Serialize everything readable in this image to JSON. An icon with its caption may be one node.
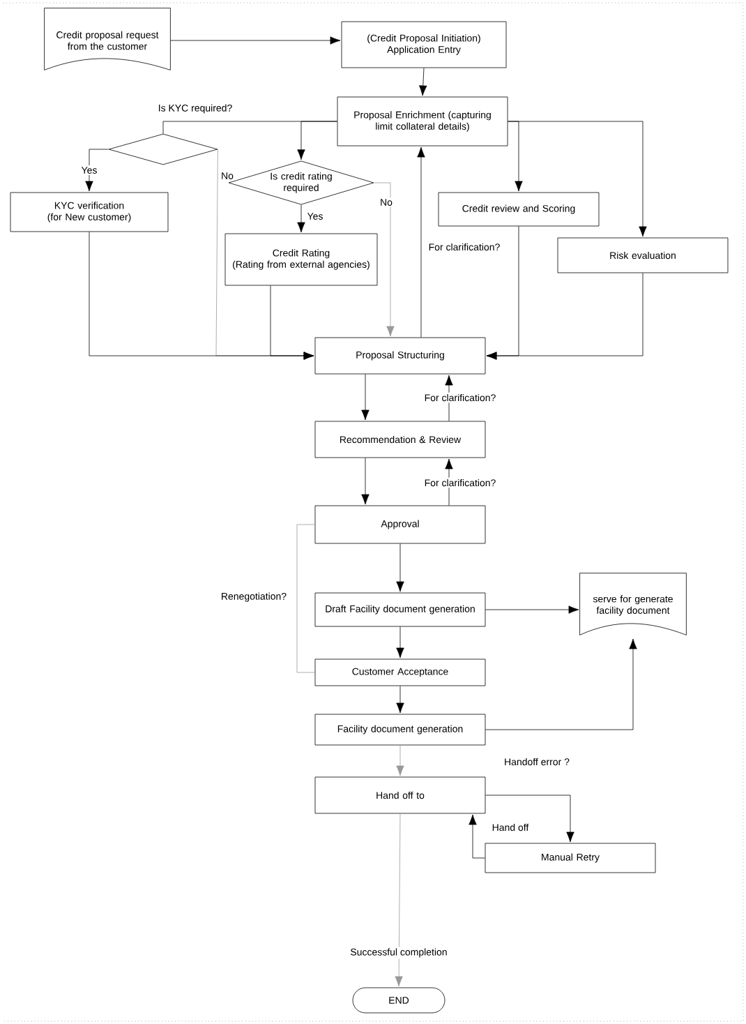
{
  "diagram": {
    "nodes": [
      {
        "text": [
          "Credit proposal request from the customer"
        ]
      },
      {
        "text": [
          "(Credit Proposal Initiation) Application Entry"
        ]
      },
      {
        "text": [
          "Proposal Enrichment (capturing limit collateral details)"
        ]
      },
      {
        "text": [],
        "shape": "diamond"
      },
      {
        "text": [
          "Is credit rating required"
        ]
      },
      {
        "text": [
          "KYC verification (for New customer)"
        ]
      },
      {
        "text": [
          "Credit Rating",
          "(Rating from external agencies)"
        ]
      },
      {
        "text": [
          "Credit review and Scoring"
        ]
      },
      {
        "text": [
          "Risk evaluation"
        ]
      },
      {
        "text": [
          "Proposal Structuring"
        ]
      },
      {
        "text": [
          "Recommendation & Review"
        ]
      },
      {
        "text": [
          "Approval"
        ]
      },
      {
        "text": [
          "Draft Facility document generation"
        ]
      },
      {
        "text": [
          "serve for generate facility document"
        ]
      },
      {
        "text": [
          "Customer Acceptance"
        ]
      },
      {
        "text": [
          "Facility document generation"
        ]
      },
      {
        "text": [
          "Hand off to"
        ]
      },
      {
        "text": [
          "Manual Retry"
        ]
      },
      {
        "text": [
          "END"
        ]
      }
    ],
    "edges": [
      {
        "from": 0,
        "to": 1,
        "arrow": "to"
      },
      {
        "from": 1,
        "to": 2,
        "arrow": "to"
      },
      {
        "from": 2,
        "to": 3,
        "arrow": "none",
        "label": "Is KYC required?"
      },
      {
        "from": 2,
        "to": 4,
        "arrow": "to"
      },
      {
        "from": 2,
        "to": 7,
        "arrow": "to"
      },
      {
        "from": 2,
        "to": 8,
        "arrow": "to"
      },
      {
        "from": 3,
        "to": 5,
        "arrow": "to",
        "label": "Yes"
      },
      {
        "from": 3,
        "to": 9,
        "arrow": "to",
        "label": "No",
        "color": "#999999"
      },
      {
        "from": 4,
        "to": 6,
        "arrow": "to",
        "label": "Yes"
      },
      {
        "from": 4,
        "to": 9,
        "arrow": "to",
        "label": "No",
        "color": "#999999"
      },
      {
        "from": 5,
        "to": 9,
        "arrow": "to"
      },
      {
        "from": 6,
        "to": 9,
        "arrow": "to"
      },
      {
        "from": 7,
        "to": 9,
        "arrow": "to"
      },
      {
        "from": 8,
        "to": 9,
        "arrow": "to"
      },
      {
        "from": 9,
        "to": 2,
        "arrow": "to",
        "label": "For clarification?"
      },
      {
        "from": 9,
        "to": 10,
        "arrow": "to"
      },
      {
        "from": 10,
        "to": 9,
        "arrow": "to",
        "label": "For clarification?"
      },
      {
        "from": 10,
        "to": 11,
        "arrow": "to"
      },
      {
        "from": 11,
        "to": 10,
        "arrow": "to",
        "label": "For clarification?"
      },
      {
        "from": 11,
        "to": 12,
        "arrow": "to"
      },
      {
        "from": 14,
        "to": 11,
        "arrow": "none",
        "label": "Renegotiation?",
        "color": "#999999"
      },
      {
        "from": 12,
        "to": 13,
        "arrow": "to"
      },
      {
        "from": 12,
        "to": 14,
        "arrow": "to"
      },
      {
        "from": 14,
        "to": 15,
        "arrow": "to"
      },
      {
        "from": 15,
        "to": 13,
        "arrow": "to"
      },
      {
        "from": 15,
        "to": 16,
        "arrow": "to",
        "color": "#999999"
      },
      {
        "from": 16,
        "to": 17,
        "arrow": "to",
        "label": "Handoff error ?"
      },
      {
        "from": 17,
        "to": 16,
        "arrow": "to",
        "label": "Hand off"
      },
      {
        "from": 16,
        "to": 18,
        "arrow": "to",
        "label": "Successful completion",
        "color": "#999999"
      }
    ]
  }
}
